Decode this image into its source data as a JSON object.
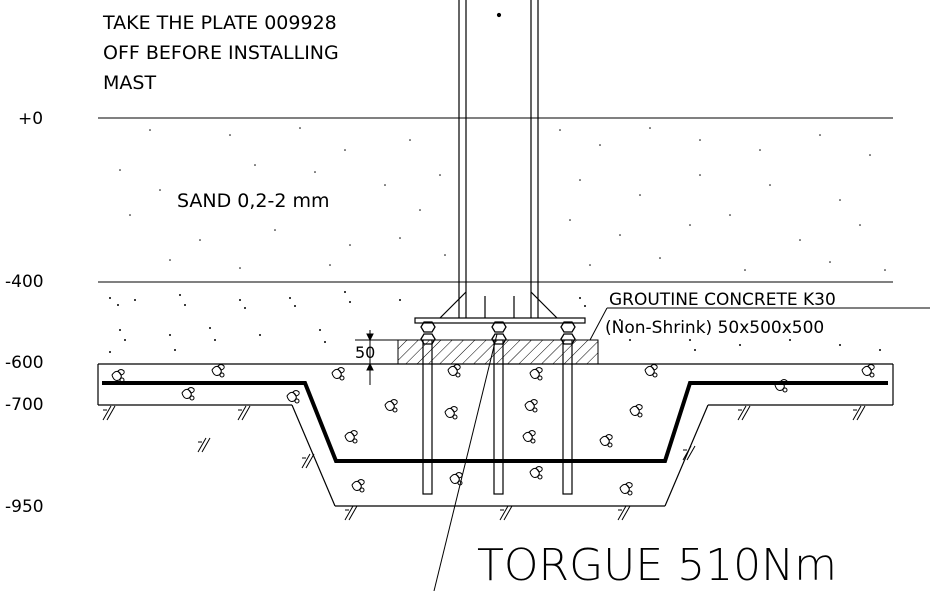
{
  "note": {
    "line1": "TAKE THE PLATE 009928",
    "line2": "OFF BEFORE INSTALLING",
    "line3": "MAST"
  },
  "levels": {
    "zero": "+0",
    "minus400": "-400",
    "minus600": "-600",
    "minus700": "-700",
    "minus950": "-950"
  },
  "sand_label": "SAND 0,2-2 mm",
  "grout": {
    "line1": "GROUTINE CONCRETE K30",
    "line2": "(Non-Shrink) 50x500x500"
  },
  "dim_50": "50",
  "torque_label": "TORGUE 510Nm",
  "colors": {
    "ink": "#000000",
    "background": "#ffffff"
  }
}
